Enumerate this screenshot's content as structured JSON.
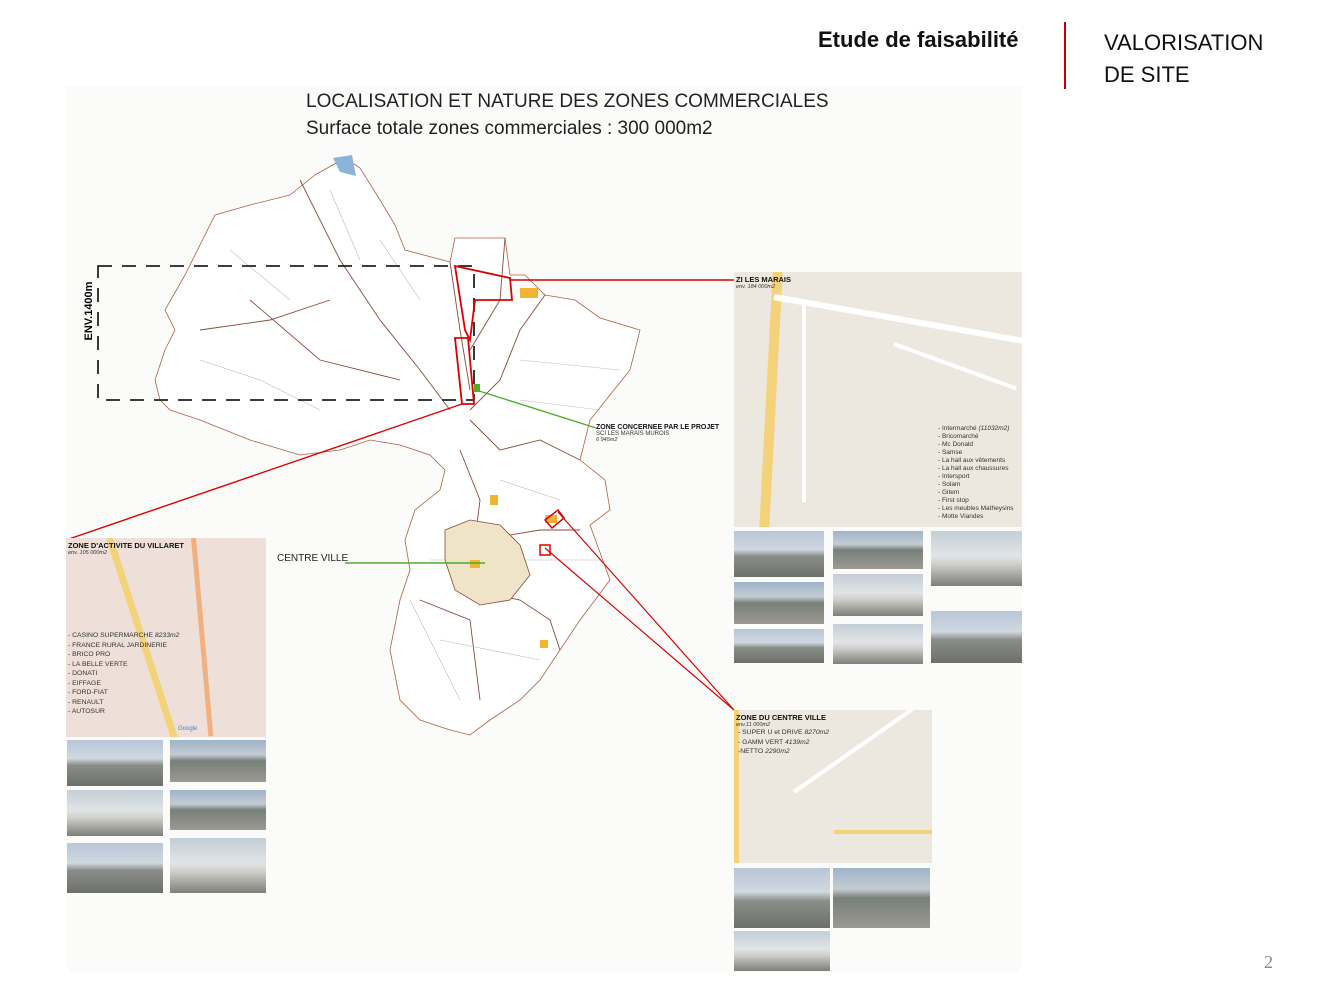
{
  "header": {
    "title": "Etude de faisabilité",
    "subtitle_line1": "VALORISATION",
    "subtitle_line2": "DE SITE"
  },
  "page_number": "2",
  "map": {
    "title": "LOCALISATION ET NATURE DES ZONES COMMERCIALES",
    "subtitle": "Surface totale zones commerciales : 300 000m2",
    "distance_label": "ENV.1400m",
    "centre_label": "CENTRE VILLE",
    "project_zone": {
      "title": "ZONE CONCERNEE PAR LE PROJET",
      "owner": "SCI LES MARAIS MUROIS",
      "area": "6 945m2"
    }
  },
  "zones": {
    "marais": {
      "title": "ZI LES MARAIS",
      "area": "env. 184 000m2",
      "items": [
        "- Intermarché",
        "- Bricomarché",
        "- Mc Donald",
        "- Samse",
        "- La hall aux vêtements",
        "- La hall aux chaussures",
        "- Intersport",
        "- Solam",
        "- Gitem",
        "- First stop",
        "- Les meubles Matheysins",
        "- Motte Viandes"
      ],
      "intermarche_area": "(11032m2)"
    },
    "villaret": {
      "title": "ZONE D'ACTIVITE DU VILLARET",
      "area": "env. 105 000m2",
      "items": [
        "- CASINO SUPERMARCHE",
        "- FRANCE RURAL JARDINERIE",
        "- BRICO PRO",
        "- LA BELLE VERTE",
        "- DONATI",
        "- EIFFAGE",
        "- FORD-FIAT",
        "- RENAULT",
        "- AUTOSUR"
      ],
      "casino_area": "8233m2",
      "google": "Google"
    },
    "centre": {
      "title": "ZONE DU CENTRE VILLE",
      "area": "env.11 000m2",
      "items": [
        "- SUPER U et DRIVE",
        "- GAMM VERT",
        "-NETTO"
      ],
      "areas": [
        "8270m2",
        "4139m2",
        "2290m2"
      ]
    }
  },
  "colors": {
    "accent": "#c00000",
    "green": "#4caf2a",
    "zone_fill": "#f2b233"
  }
}
